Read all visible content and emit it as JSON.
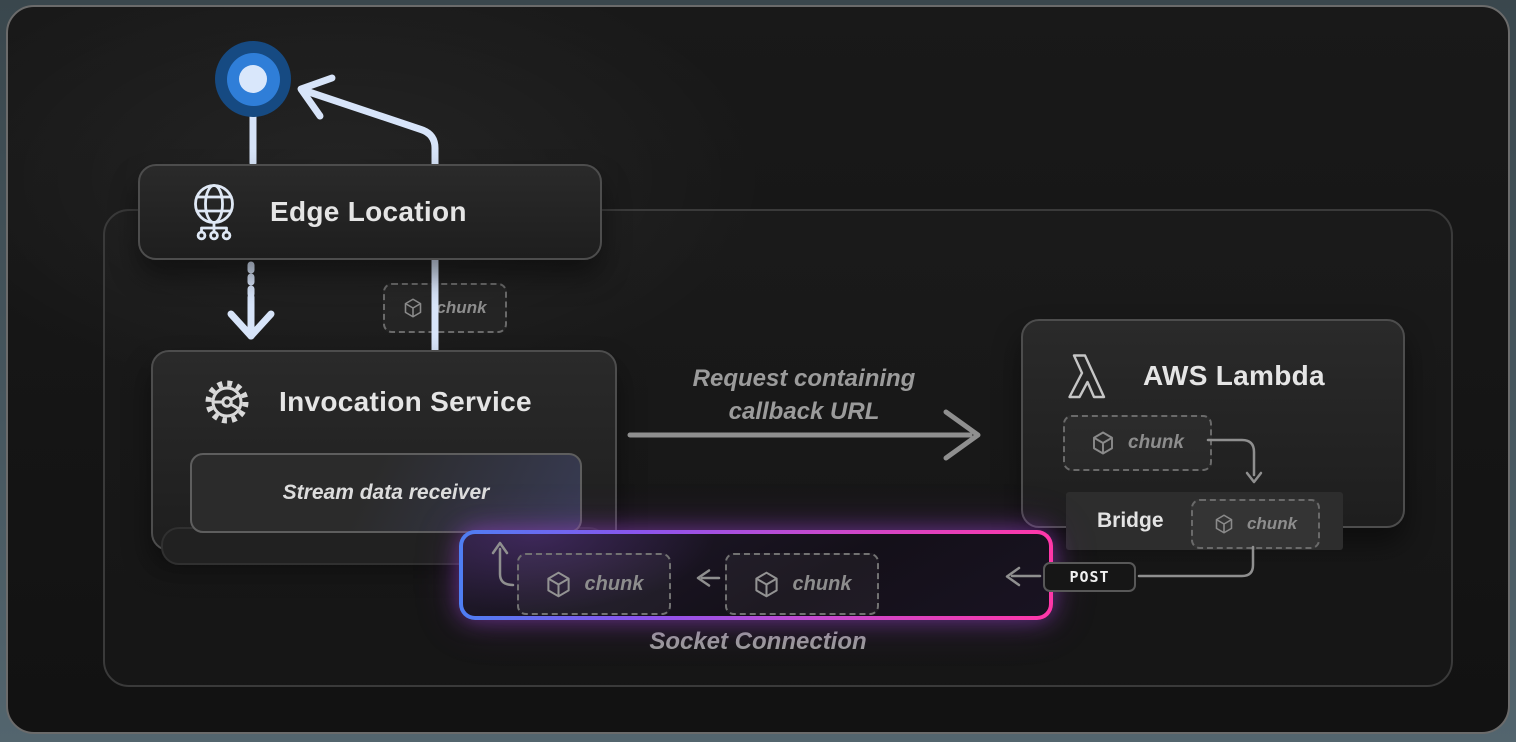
{
  "chunk_label": "chunk",
  "nodes": {
    "edge_location": "Edge Location",
    "invocation_service": "Invocation Service",
    "stream_receiver": "Stream data receiver",
    "aws_lambda": "AWS Lambda",
    "bridge": "Bridge",
    "post": "POST"
  },
  "labels": {
    "request_line1": "Request containing",
    "request_line2": "callback URL",
    "socket_connection": "Socket Connection"
  },
  "colors": {
    "accent_blue": "#2f7ed8",
    "line_blue": "#d7e4f9",
    "socket_gradient_start": "#4e7ef2",
    "socket_gradient_end": "#ff37a8"
  }
}
